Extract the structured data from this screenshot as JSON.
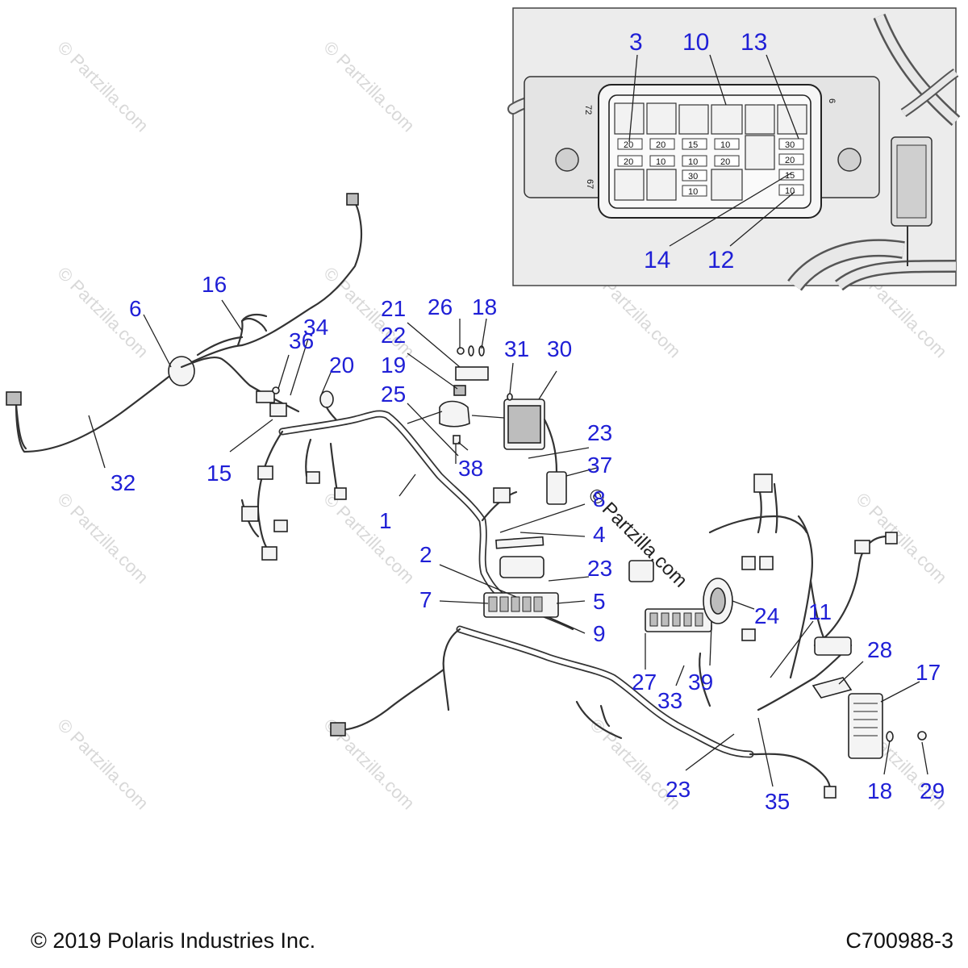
{
  "watermark": "© Partzilla.com",
  "inset_watermark": "© Partzilla.com",
  "callouts": [
    "1",
    "2",
    "4",
    "5",
    "6",
    "7",
    "8",
    "9",
    "11",
    "15",
    "16",
    "17",
    "18",
    "19",
    "20",
    "21",
    "22",
    "23",
    "24",
    "25",
    "26",
    "27",
    "28",
    "29",
    "30",
    "31",
    "32",
    "33",
    "34",
    "35",
    "36",
    "37",
    "38",
    "39"
  ],
  "callout_labels": {
    "c1": "1",
    "c2": "2",
    "c4": "4",
    "c5": "5",
    "c6": "6",
    "c7": "7",
    "c8": "8",
    "c9": "9",
    "c11": "11",
    "c15": "15",
    "c16": "16",
    "c17": "17",
    "c18a": "18",
    "c18b": "18",
    "c19": "19",
    "c20": "20",
    "c21": "21",
    "c22": "22",
    "c23a": "23",
    "c23b": "23",
    "c23c": "23",
    "c24": "24",
    "c25": "25",
    "c26": "26",
    "c27": "27",
    "c28": "28",
    "c29": "29",
    "c30": "30",
    "c31": "31",
    "c32": "32",
    "c33": "33",
    "c34": "34",
    "c35": "35",
    "c36": "36",
    "c37": "37",
    "c38": "38",
    "c39": "39"
  },
  "inset": {
    "callouts": {
      "c3": "3",
      "c10": "10",
      "c13": "13",
      "c14": "14",
      "c12": "12"
    },
    "fuse_values": {
      "r1": [
        "20",
        "20",
        "15",
        "10",
        "30"
      ],
      "r2": [
        "20",
        "10",
        "10",
        "20",
        "20"
      ],
      "r3": [
        "30",
        "15"
      ],
      "r4": [
        "10",
        "10"
      ]
    },
    "side_marks": {
      "left": "72",
      "left2": "67",
      "right": "6"
    }
  },
  "footer": {
    "copyright": "© 2019 Polaris Industries Inc.",
    "drawing_id": "C700988-3"
  }
}
